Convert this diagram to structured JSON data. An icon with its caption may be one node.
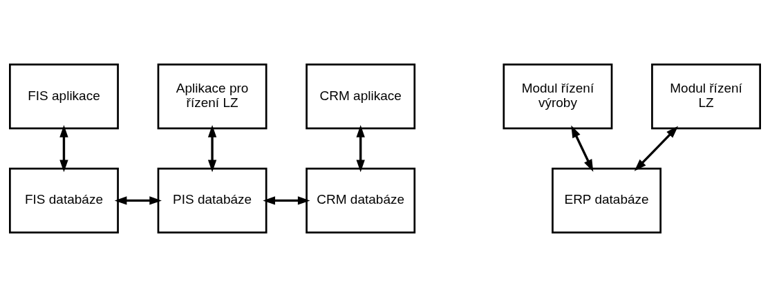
{
  "diagram": {
    "nodes": [
      {
        "text": [
          "FIS aplikace"
        ]
      },
      {
        "text": [
          "Aplikace pro řízení LZ"
        ]
      },
      {
        "text": [
          "CRM aplikace"
        ]
      },
      {
        "text": [
          "FIS databáze"
        ]
      },
      {
        "text": [
          "PIS databáze"
        ]
      },
      {
        "text": [
          "CRM databáze"
        ]
      },
      {
        "text": [
          "Modul řízení výroby"
        ]
      },
      {
        "text": [
          "Modul řízení LZ"
        ]
      },
      {
        "text": [
          "ERP databáze"
        ]
      }
    ],
    "edges": [
      {
        "from": 0,
        "to": 3,
        "arrow": "both"
      },
      {
        "from": 1,
        "to": 4,
        "arrow": "both"
      },
      {
        "from": 2,
        "to": 5,
        "arrow": "both"
      },
      {
        "from": 3,
        "to": 4,
        "arrow": "both"
      },
      {
        "from": 4,
        "to": 5,
        "arrow": "both"
      },
      {
        "from": 6,
        "to": 8,
        "arrow": "both"
      },
      {
        "from": 7,
        "to": 8,
        "arrow": "both"
      }
    ]
  }
}
